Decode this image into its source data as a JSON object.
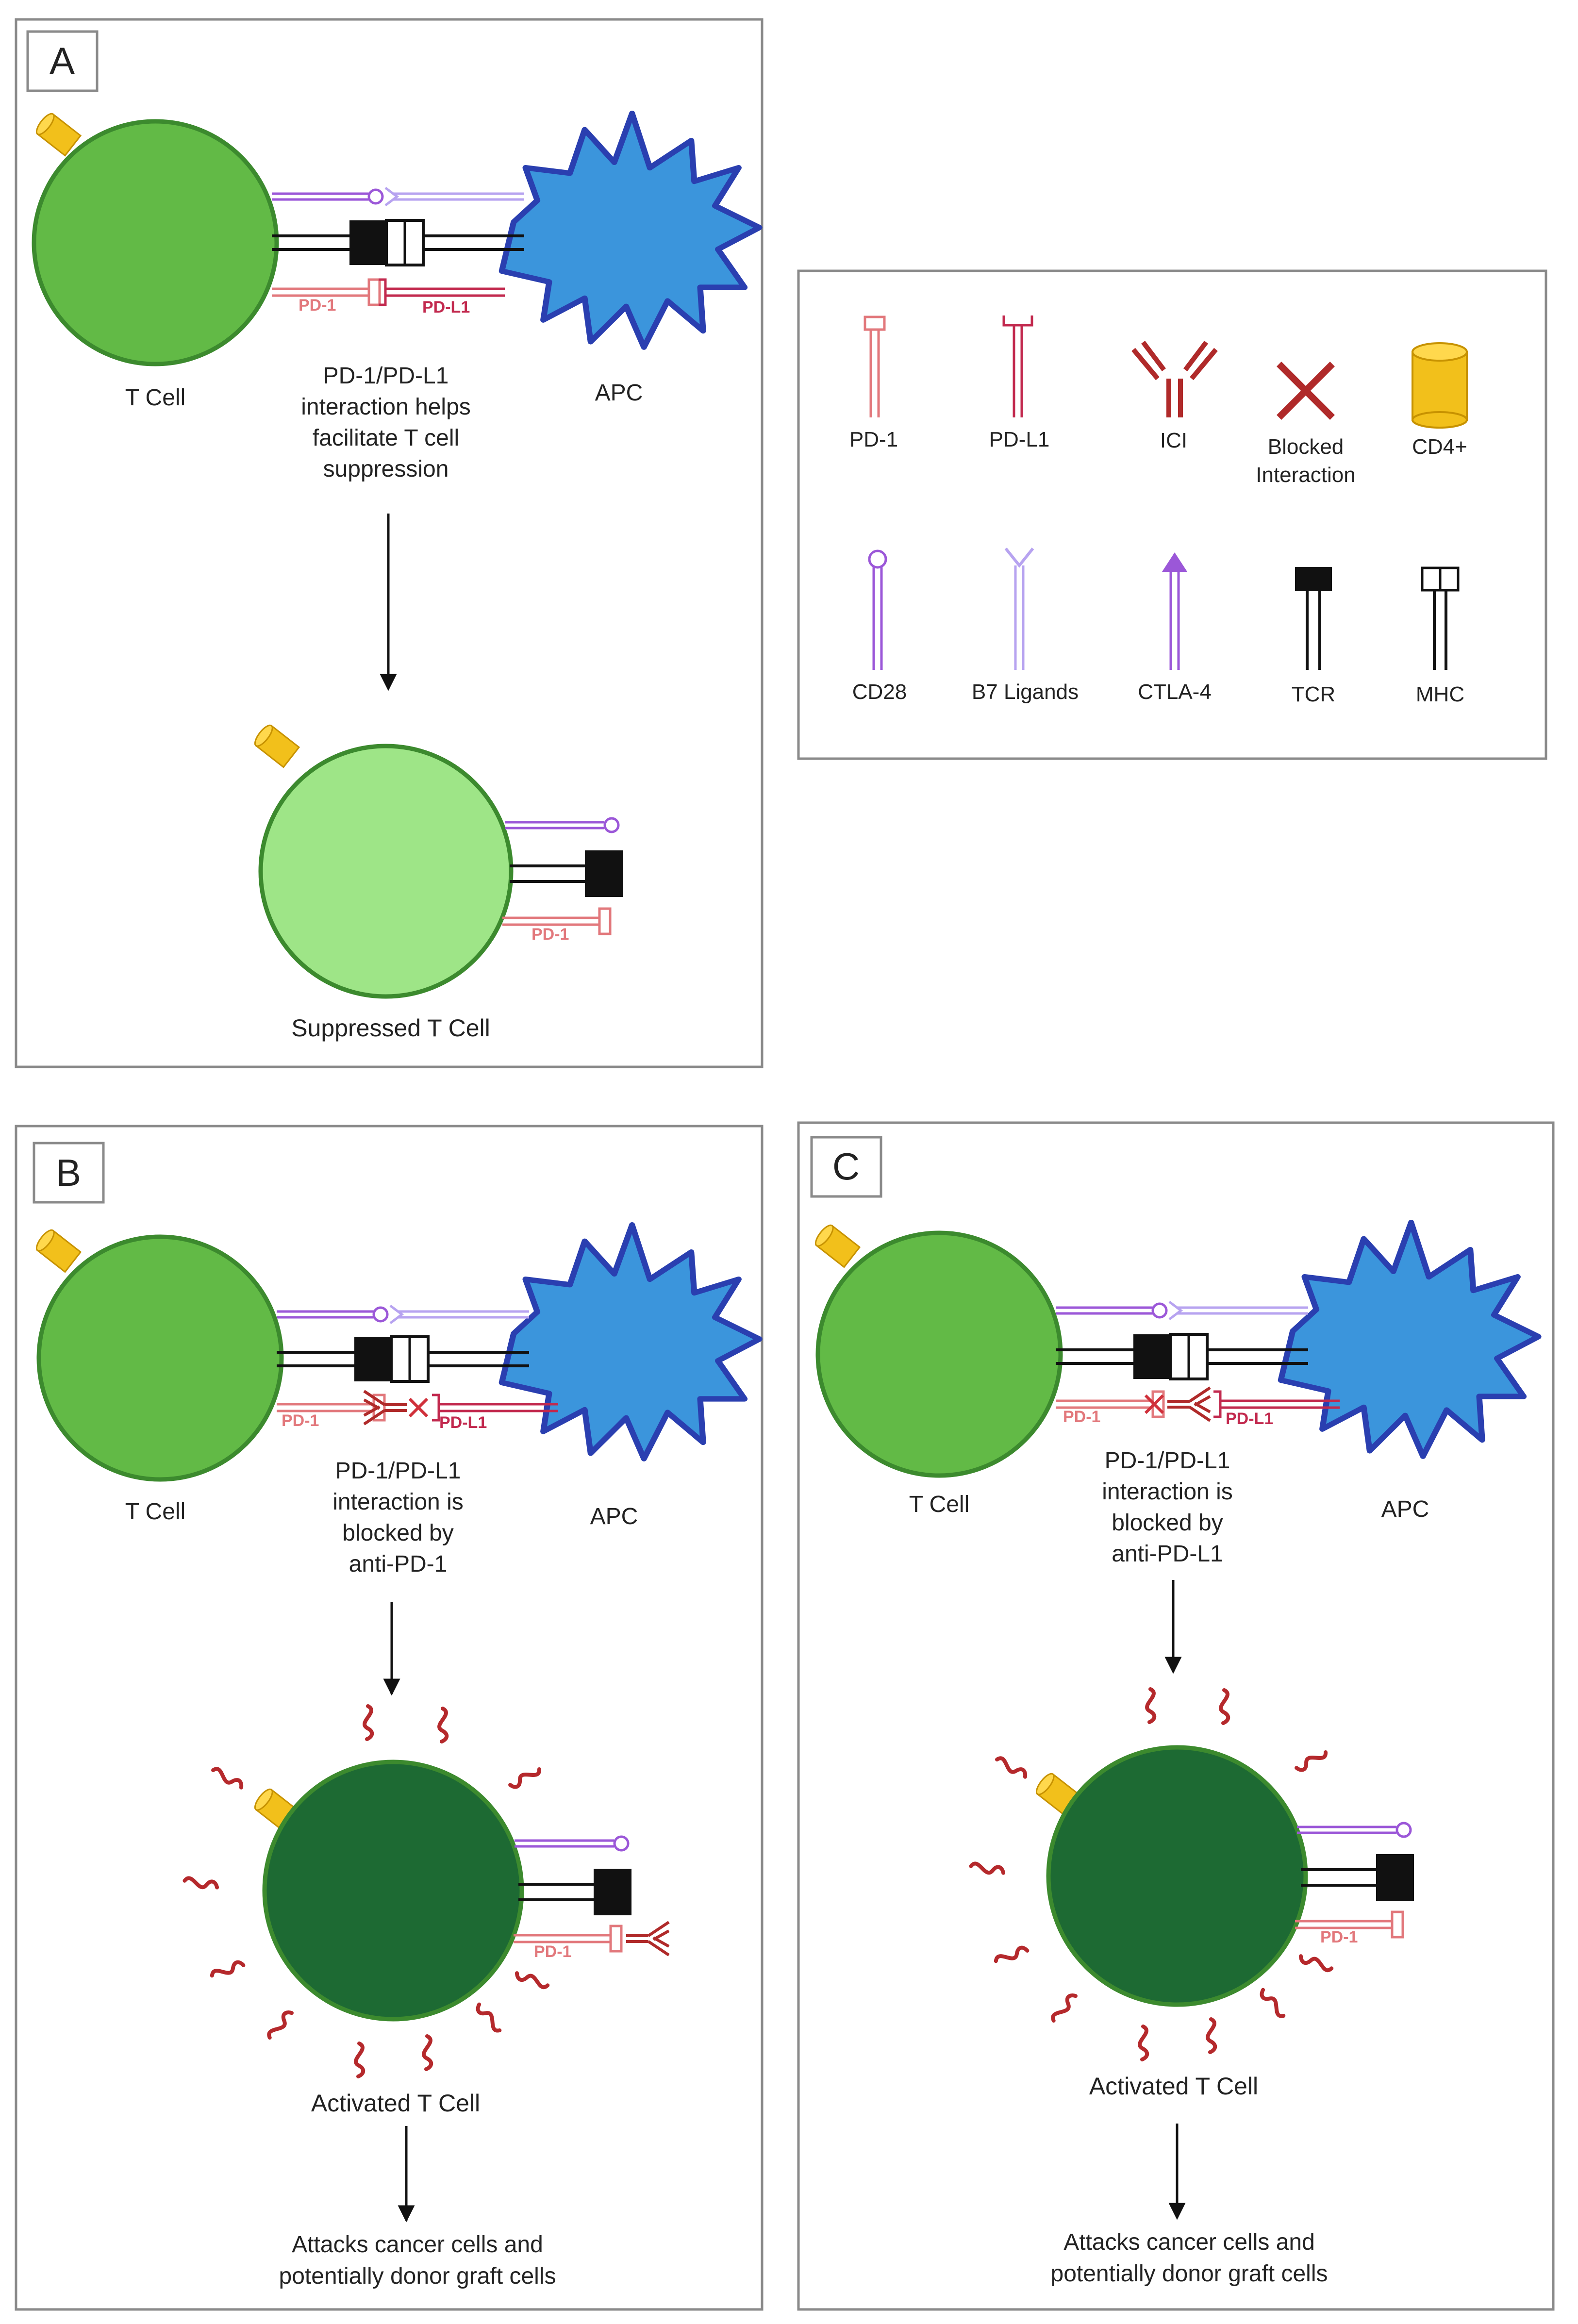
{
  "panels": {
    "a": {
      "letter": "A",
      "tcell_label": "T Cell",
      "apc_label": "APC",
      "pd1_tag": "PD-1",
      "pdl1_tag": "PD-L1",
      "caption_lines": [
        "PD-1/PD-L1",
        "interaction helps",
        "facilitate T cell",
        "suppression"
      ],
      "result_pd1_tag": "PD-1",
      "result_label": "Suppressed T Cell"
    },
    "b": {
      "letter": "B",
      "tcell_label": "T Cell",
      "apc_label": "APC",
      "pd1_tag": "PD-1",
      "pdl1_tag": "PD-L1",
      "caption_lines": [
        "PD-1/PD-L1",
        "interaction is",
        "blocked by",
        "anti-PD-1"
      ],
      "result_pd1_tag": "PD-1",
      "result_label": "Activated T Cell",
      "outcome_lines": [
        "Attacks cancer cells and",
        "potentially donor graft cells"
      ]
    },
    "c": {
      "letter": "C",
      "tcell_label": "T Cell",
      "apc_label": "APC",
      "pd1_tag": "PD-1",
      "pdl1_tag": "PD-L1",
      "caption_lines": [
        "PD-1/PD-L1",
        "interaction is",
        "blocked by",
        "anti-PD-L1"
      ],
      "result_pd1_tag": "PD-1",
      "result_label": "Activated T Cell",
      "outcome_lines": [
        "Attacks cancer cells and",
        "potentially donor graft cells"
      ]
    }
  },
  "legend": {
    "items": [
      {
        "key": "pd1",
        "label": "PD-1",
        "icon": "pd1-receptor-icon"
      },
      {
        "key": "pdl1",
        "label": "PD-L1",
        "icon": "pdl1-ligand-icon"
      },
      {
        "key": "ici",
        "label": "ICI",
        "icon": "antibody-icon"
      },
      {
        "key": "blocked",
        "label_lines": [
          "Blocked",
          "Interaction"
        ],
        "icon": "blocked-x-icon"
      },
      {
        "key": "cd4",
        "label": "CD4+",
        "icon": "cylinder-icon"
      },
      {
        "key": "cd28",
        "label": "CD28",
        "icon": "cd28-receptor-icon"
      },
      {
        "key": "b7",
        "label": "B7 Ligands",
        "icon": "b7-ligand-icon"
      },
      {
        "key": "ctla4",
        "label": "CTLA-4",
        "icon": "ctla4-arrow-icon"
      },
      {
        "key": "tcr",
        "label": "TCR",
        "icon": "tcr-receptor-icon"
      },
      {
        "key": "mhc",
        "label": "MHC",
        "icon": "mhc-receptor-icon"
      }
    ]
  },
  "colors": {
    "tcell_green": "#62ba46",
    "tcell_outline": "#3c8a2e",
    "suppressed_green": "#9ee587",
    "activated_green": "#1d6a33",
    "apc_blue": "#3b95dc",
    "apc_outline": "#2a3fb0",
    "cd4_yellow": "#f2c01b",
    "pd1_pink": "#e2787c",
    "pdl1_crimson": "#c2294e",
    "ici_red": "#b02a2a",
    "cd28_purple": "#9b57d8",
    "b7_lavender": "#b7a3f0",
    "cytokine_red": "#b5292c"
  }
}
